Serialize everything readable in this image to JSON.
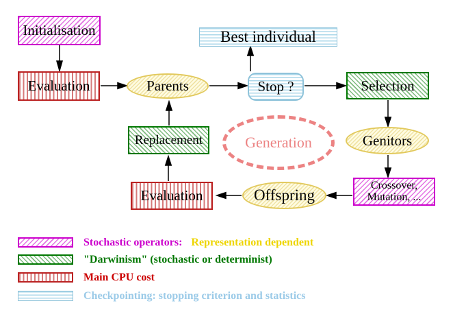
{
  "nodes": {
    "initialisation": "Initialisation",
    "evaluation_top": "Evaluation",
    "parents": "Parents",
    "best_individual": "Best individual",
    "stop": "Stop ?",
    "selection": "Selection",
    "replacement": "Replacement",
    "generation": "Generation",
    "genitors": "Genitors",
    "evaluation_bottom": "Evaluation",
    "offspring": "Offspring",
    "crossover_line1": "Crossover,",
    "crossover_line2": "Mutation, ..."
  },
  "legend": {
    "items": [
      {
        "swatch": "magenta-diagonal-hatch",
        "label": "Stochastic operators:",
        "label_color": "#cc00cc",
        "label2": "Representation dependent",
        "label2_color": "#eed500"
      },
      {
        "swatch": "green-diagonal-hatch",
        "label": "\"Darwinism\" (stochastic or determinist)",
        "label_color": "#007700"
      },
      {
        "swatch": "red-vertical-hatch",
        "label": "Main CPU cost",
        "label_color": "#cc0000"
      },
      {
        "swatch": "cyan-horizontal-hatch",
        "label": "Checkpointing: stopping criterion and statistics",
        "label_color": "#9ccbe8"
      }
    ]
  },
  "colors": {
    "magenta": "#cc00cc",
    "green": "#007700",
    "red": "#bb2222",
    "cyan_border": "#8fc3da",
    "yellow_border": "#e2c95c",
    "yellow_fill": "#fffce2",
    "salmon": "#ec8383",
    "arrow": "#000000",
    "background": "#ffffff"
  }
}
